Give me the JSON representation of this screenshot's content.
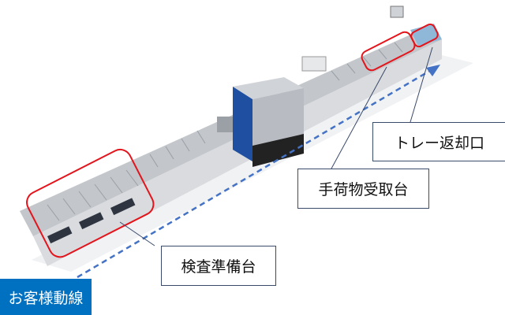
{
  "labels": {
    "tray_return": "トレー返却口",
    "baggage_pickup": "手荷物受取台",
    "inspection_prep": "検査準備台",
    "customer_flow": "お客様動線"
  },
  "colors": {
    "highlight": "#e3141b",
    "flow_arrow": "#4472c4",
    "flow_box": "#0070c0",
    "scanner_blue": "#1f4fa0"
  }
}
